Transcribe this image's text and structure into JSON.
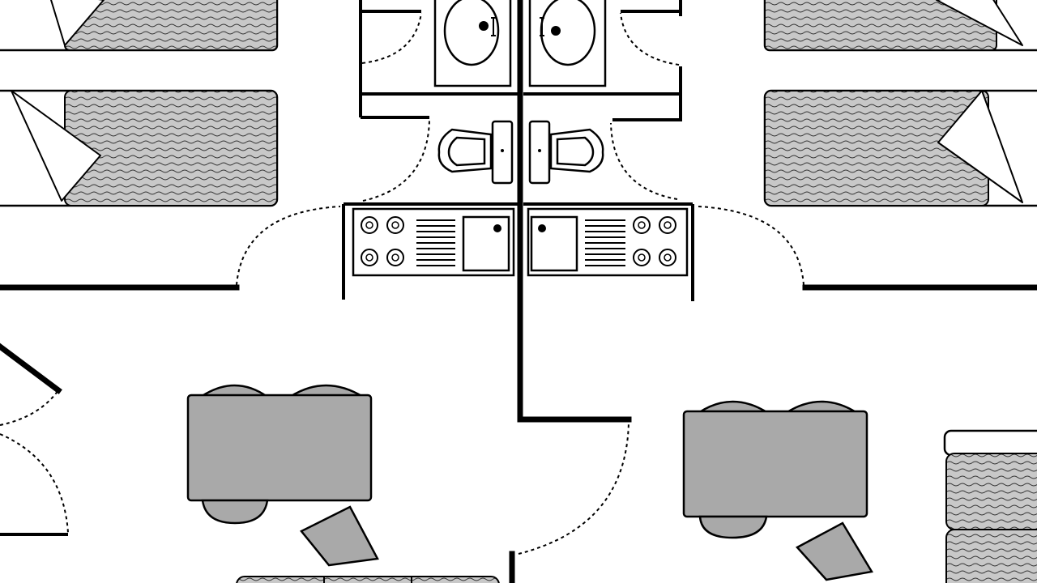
{
  "colors": {
    "wall": "#000000",
    "furniture_fill": "#a9a9a9",
    "bed_cover": "#c8c8c8",
    "background": "#ffffff"
  },
  "plan": {
    "description_visible_text": "",
    "rooms": [
      "left-bedroom-area",
      "right-bedroom-area",
      "left-bathroom",
      "right-bathroom",
      "left-kitchen",
      "right-kitchen",
      "left-dining",
      "right-dining"
    ]
  }
}
